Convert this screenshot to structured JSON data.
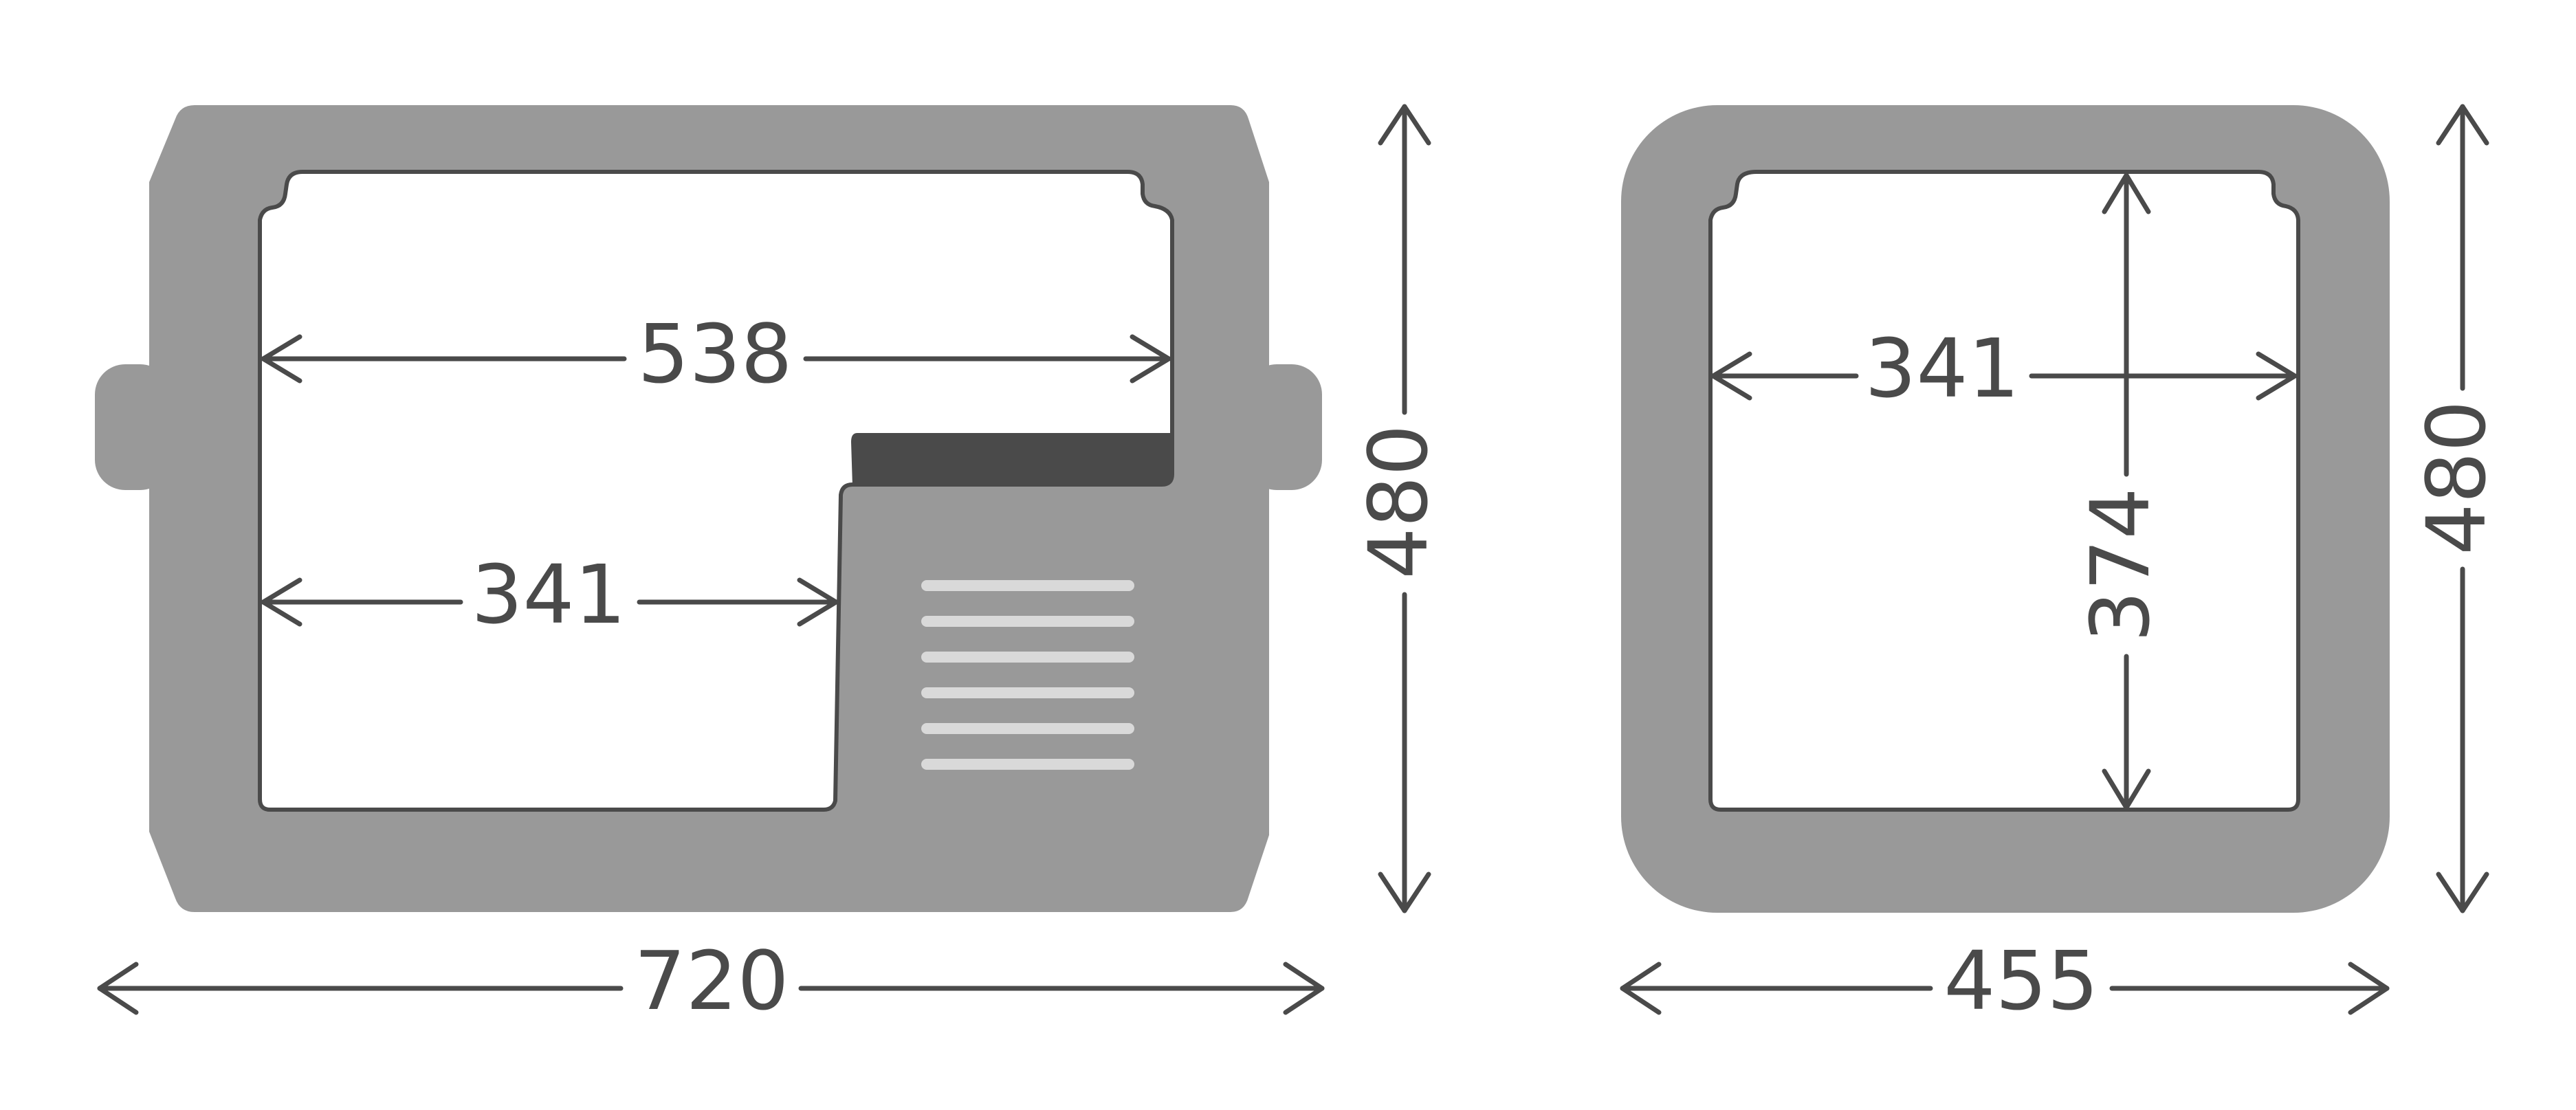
{
  "colors": {
    "body": "#999999",
    "outline": "#4a4a4a",
    "cavity": "#ffffff",
    "vent": "#d9d9d9"
  },
  "front_view": {
    "overall_width_label": "720",
    "height_label": "480",
    "inner_top_width_label": "538",
    "inner_bottom_width_label": "341"
  },
  "side_view": {
    "overall_width_label": "455",
    "height_label": "480",
    "inner_width_label": "341",
    "inner_depth_label": "374"
  }
}
